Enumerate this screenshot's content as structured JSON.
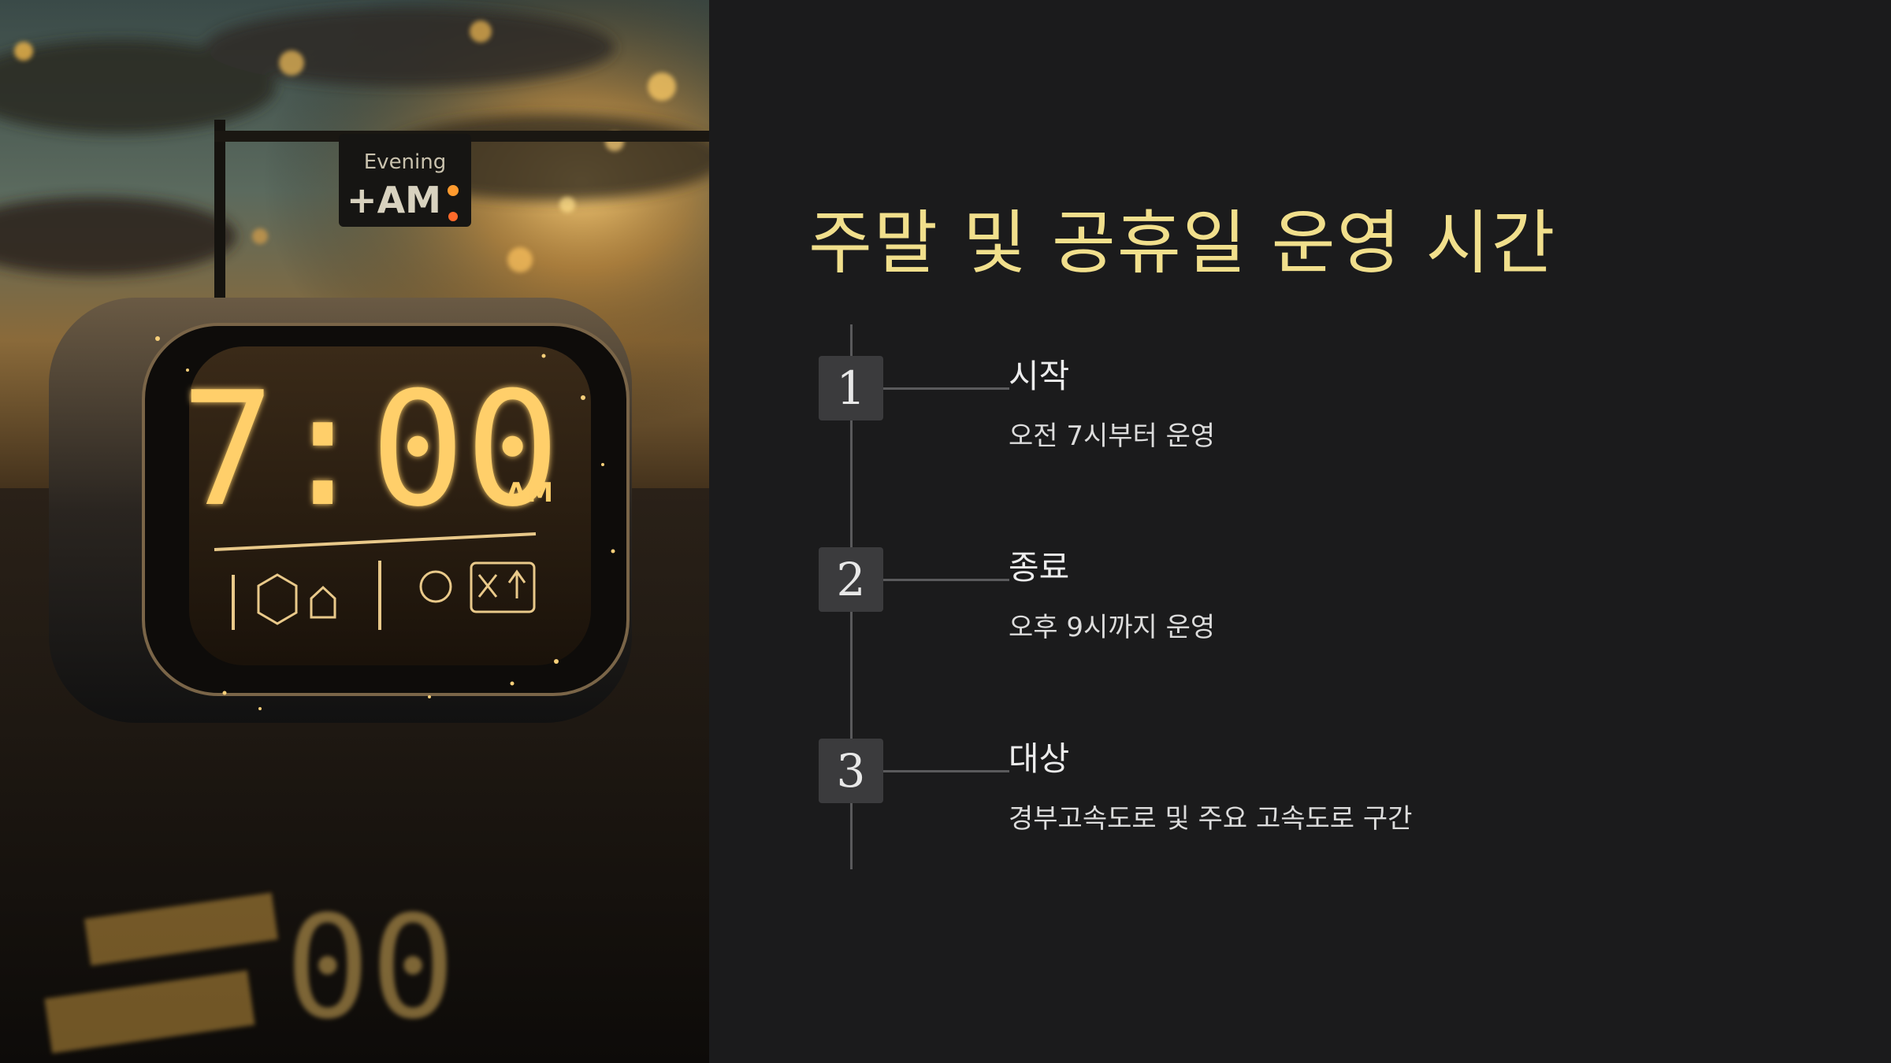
{
  "slide": {
    "title": "주말 및 공휴일 운영 시간",
    "steps": [
      {
        "number": "1",
        "title": "시작",
        "description": "오전 7시부터 운영"
      },
      {
        "number": "2",
        "title": "종료",
        "description": "오후 9시까지 운영"
      },
      {
        "number": "3",
        "title": "대상",
        "description": "경부고속도로 및 주요 고속도로 구간"
      }
    ]
  },
  "photo": {
    "clock_time": "7:00",
    "clock_meridiem": "AM",
    "sign_line1": "Evening",
    "sign_line2": "+AM"
  },
  "colors": {
    "background": "#1b1b1c",
    "title": "#f1df8c",
    "step_box": "#3b3b3d",
    "timeline": "#5a5a5c",
    "clock_glow": "#ffcf6a"
  }
}
